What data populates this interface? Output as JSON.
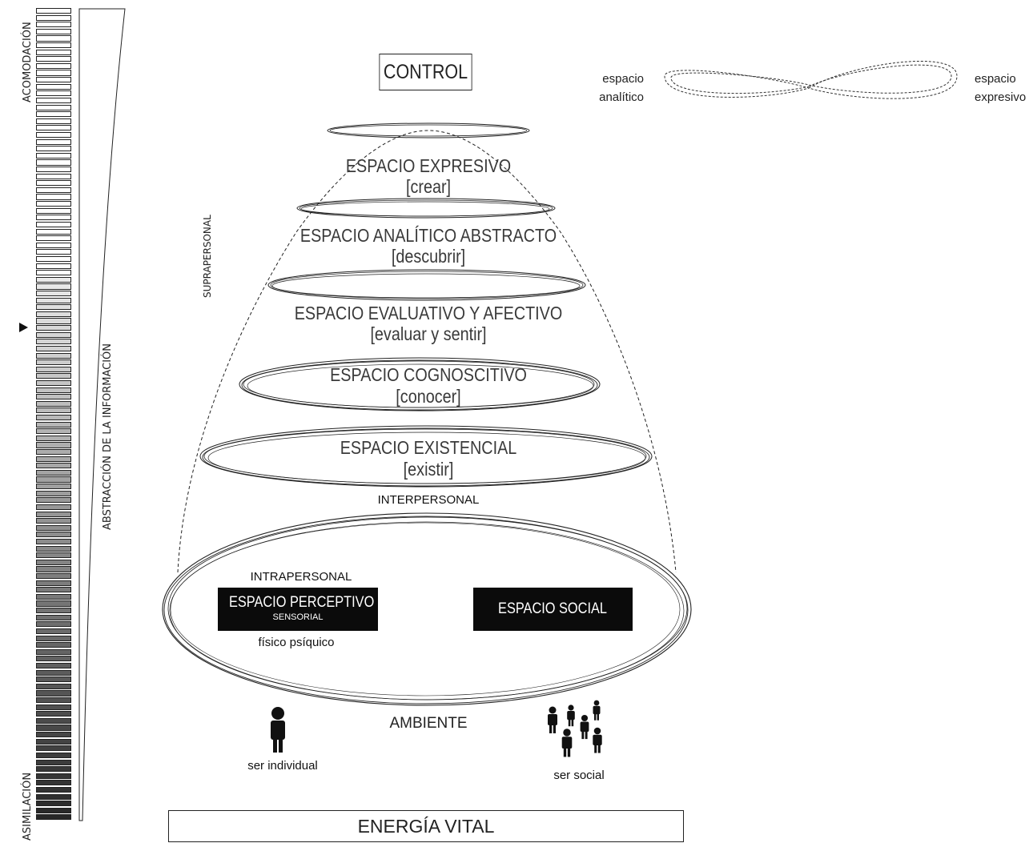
{
  "left_scale": {
    "top_label": "ACOMODACIÓN",
    "bottom_label": "ASIMILACIÓN",
    "axis_label": "ABSTRACCIÓN DE LA INFORMACIÓN",
    "marker_icon": "triangle-right-icon"
  },
  "diagram": {
    "control_label": "CONTROL",
    "energy_label": "ENERGÍA VITAL",
    "suprapersonal_label": "SUPRAPERSONAL",
    "interpersonal_label": "INTERPERSONAL",
    "intrapersonal_label": "INTRAPERSONAL",
    "ambiente_label": "AMBIENTE",
    "spaces": [
      {
        "title": "ESPACIO EXPRESIVO",
        "verb": "[crear]"
      },
      {
        "title": "ESPACIO ANALÍTICO ABSTRACTO",
        "verb": "[descubrir]"
      },
      {
        "title": "ESPACIO EVALUATIVO Y AFECTIVO",
        "verb": "[evaluar y sentir]"
      },
      {
        "title": "ESPACIO COGNOSCITIVO",
        "verb": "[conocer]"
      },
      {
        "title": "ESPACIO EXISTENCIAL",
        "verb": "[existir]"
      }
    ],
    "perceptive": {
      "title": "ESPACIO PERCEPTIVO",
      "subtitle": "SENSORIAL",
      "caption": "físico psíquico"
    },
    "social": {
      "title": "ESPACIO SOCIAL"
    },
    "individual": {
      "caption": "ser individual",
      "icon": "person-icon"
    },
    "group": {
      "caption": "ser social",
      "icon": "people-group-icon"
    }
  },
  "legend": {
    "left_line1": "espacio",
    "left_line2": "analítico",
    "right_line1": "espacio",
    "right_line2": "expresivo",
    "icon": "infinity-loop-icon"
  }
}
